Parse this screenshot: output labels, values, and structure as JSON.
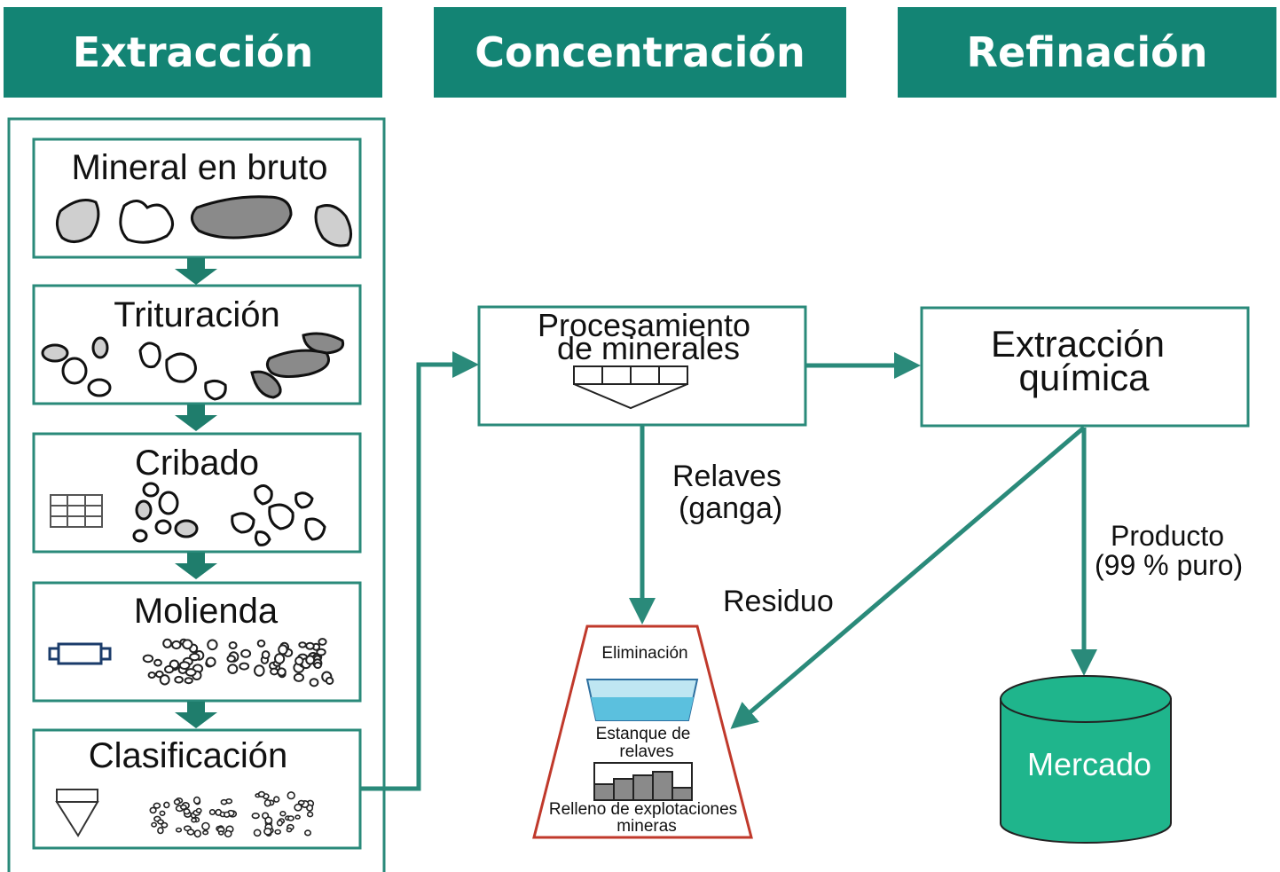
{
  "headers": {
    "extraction": "Extracción",
    "concentration": "Concentración",
    "refining": "Refinación"
  },
  "steps": {
    "raw_ore": "Mineral en bruto",
    "crushing": "Trituración",
    "screening": "Cribado",
    "grinding": "Molienda",
    "classification": "Clasificación"
  },
  "processing": {
    "line1": "Procesamiento",
    "line2": "de minerales"
  },
  "chemical": {
    "line1": "Extracción",
    "line2": "química"
  },
  "labels": {
    "tailings_line1": "Relaves",
    "tailings_line2": "(ganga)",
    "residue": "Residuo",
    "product_line1": "Producto",
    "product_line2": "(99 % puro)"
  },
  "disposal": {
    "title": "Eliminación",
    "pond_line1": "Estanque de",
    "pond_line2": "relaves",
    "backfill_line1": "Relleno de explotaciones",
    "backfill_line2": "mineras"
  },
  "market": "Mercado",
  "colors": {
    "teal": "#138474",
    "arrow": "#2a8a7a",
    "market": "#1fb58c",
    "disposal_border": "#c0392b",
    "pond_water": "#5bc0de"
  }
}
